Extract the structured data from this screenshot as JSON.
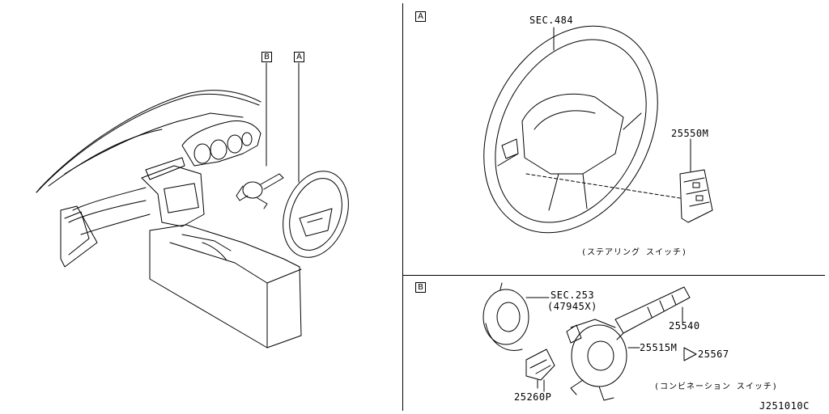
{
  "panels": {
    "overview": {
      "callout_b": "B",
      "callout_a": "A"
    },
    "panel_a": {
      "tag": "A",
      "labels": {
        "sec_ref": "SEC.484",
        "part": "25550M",
        "caption": "(ステアリング スイッチ)"
      }
    },
    "panel_b": {
      "tag": "B",
      "labels": {
        "sec_ref": "SEC.253",
        "sec_sub": "(47945X)",
        "p1": "25540",
        "p2": "25515M",
        "p3": "25567",
        "p4": "25260P",
        "caption": "(コンビネーション スイッチ)"
      }
    }
  },
  "drawing_id": "J251010C"
}
